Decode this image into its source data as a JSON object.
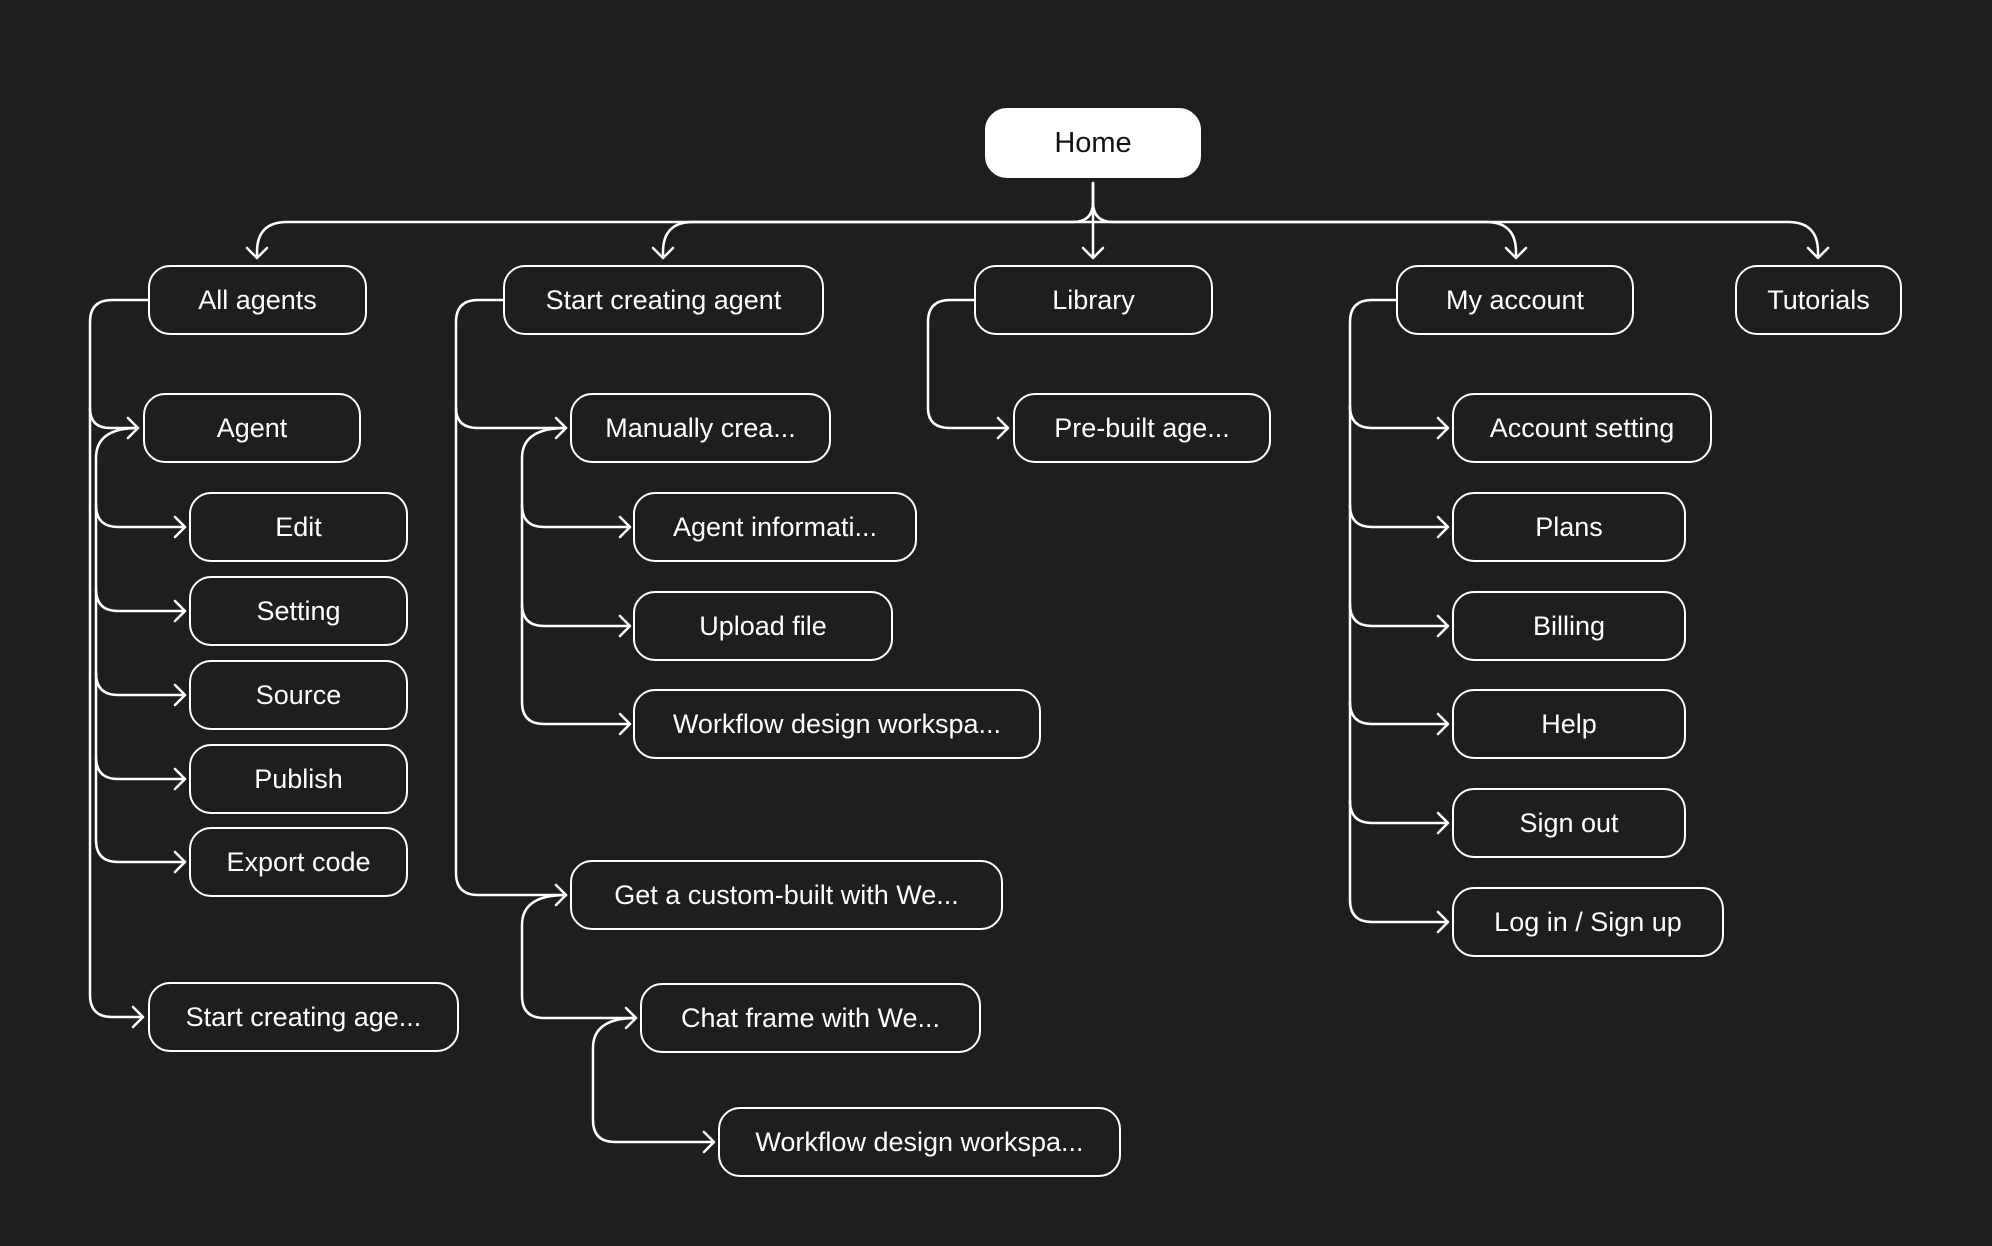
{
  "nodes": {
    "home": "Home",
    "all_agents": "All agents",
    "start_creating_agent": "Start creating agent",
    "library": "Library",
    "my_account": "My account",
    "tutorials": "Tutorials",
    "agent": "Agent",
    "edit": "Edit",
    "setting": "Setting",
    "source": "Source",
    "publish": "Publish",
    "export_code": "Export code",
    "start_creating_age": "Start creating age...",
    "manually_crea": "Manually crea...",
    "agent_informati": "Agent informati...",
    "upload_file": "Upload file",
    "workflow_design_1": "Workflow design workspa...",
    "get_custom_built": "Get a custom-built with We...",
    "chat_frame": "Chat frame with We...",
    "workflow_design_2": "Workflow design workspa...",
    "pre_built_age": "Pre-built age...",
    "account_setting": "Account setting",
    "plans": "Plans",
    "billing": "Billing",
    "help": "Help",
    "sign_out": "Sign out",
    "log_in_sign_up": "Log in / Sign up"
  }
}
